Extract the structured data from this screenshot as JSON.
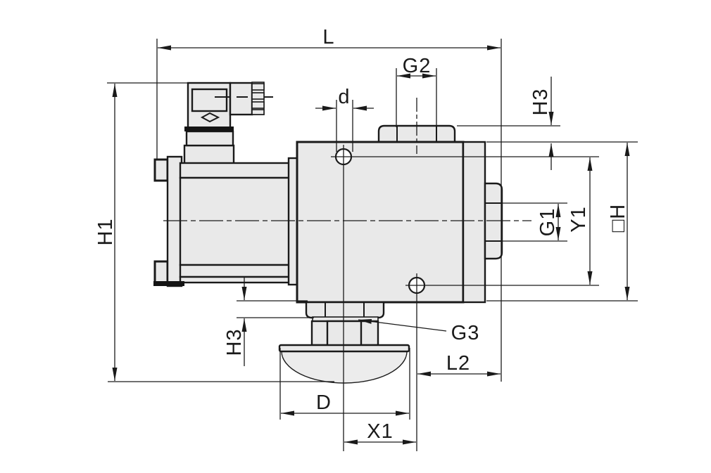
{
  "drawing": {
    "type": "engineering-dimension-drawing",
    "subject": "solenoid-valve-with-suction-cup-side-view",
    "colors": {
      "background": "#ffffff",
      "part_fill": "#e9e9e9",
      "line": "#1a1a1a"
    },
    "dimensions": {
      "overall_length": "L",
      "overall_height": "H1",
      "top_port_thread": "G2",
      "hole_diameter": "d",
      "top_nut_height": "H3",
      "side_port_thread": "G1",
      "port_center_spacing": "Y1",
      "body_height": "□H",
      "bottom_nut_height": "H3",
      "bottom_port_thread": "G3",
      "side_offset": "L2",
      "cup_diameter": "D",
      "bottom_offset": "X1"
    }
  }
}
